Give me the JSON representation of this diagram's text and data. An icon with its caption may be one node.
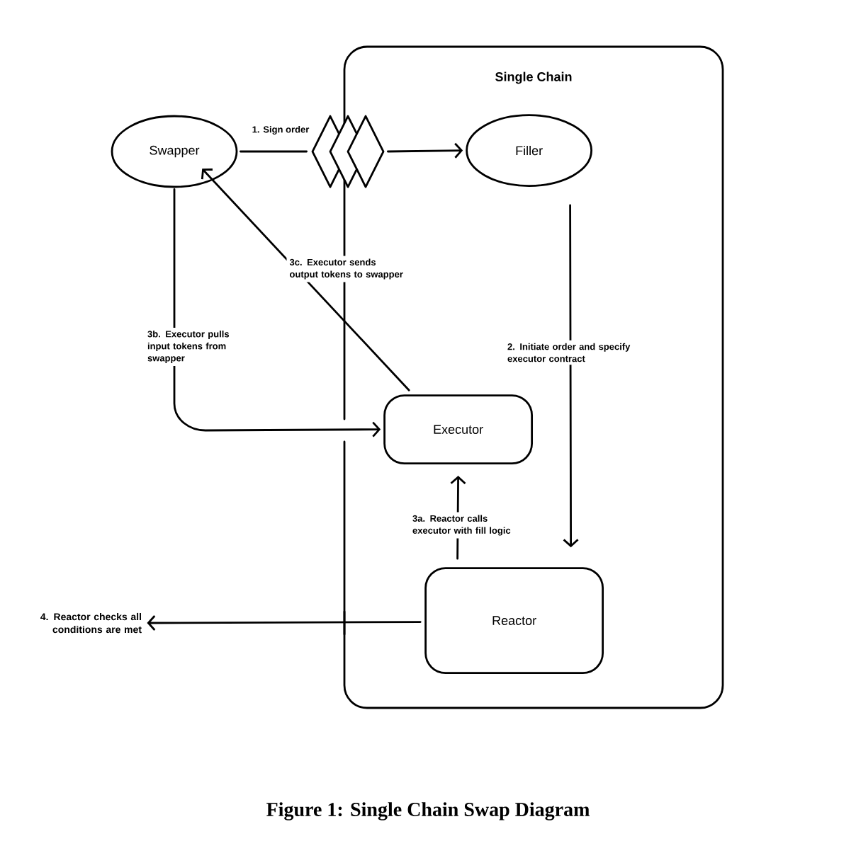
{
  "diagram": {
    "caption": "Figure 1: Single Chain Swap Diagram",
    "nodes": [
      {
        "text": [
          "Single Chain"
        ]
      },
      {
        "text": [
          "Swapper"
        ]
      },
      {
        "text": [],
        "shape": "diamond"
      },
      {
        "text": [
          "Filler"
        ],
        "in": 0
      },
      {
        "text": [
          "Executor"
        ],
        "in": 0
      },
      {
        "text": [
          "Reactor"
        ],
        "in": 0
      },
      {
        "text": [
          "4. Reactor checks all conditions are met"
        ]
      }
    ],
    "edges": [
      {
        "from": 1,
        "to": 2,
        "arrow": "none",
        "label": "1. Sign order"
      },
      {
        "from": 2,
        "to": 3,
        "arrow": "to"
      },
      {
        "from": 3,
        "to": 5,
        "arrow": "to",
        "label": "2. Initiate order and specify executor contract"
      },
      {
        "from": 5,
        "to": 4,
        "arrow": "to",
        "label": "3a. Reactor calls executor with fill logic"
      },
      {
        "from": 1,
        "to": 4,
        "arrow": "to",
        "label": "3b. Executor pulls input tokens from swapper"
      },
      {
        "from": 4,
        "to": 1,
        "arrow": "to",
        "label": "3c. Executor sends output tokens to swapper"
      },
      {
        "from": 5,
        "to": 6,
        "arrow": "to"
      }
    ]
  }
}
